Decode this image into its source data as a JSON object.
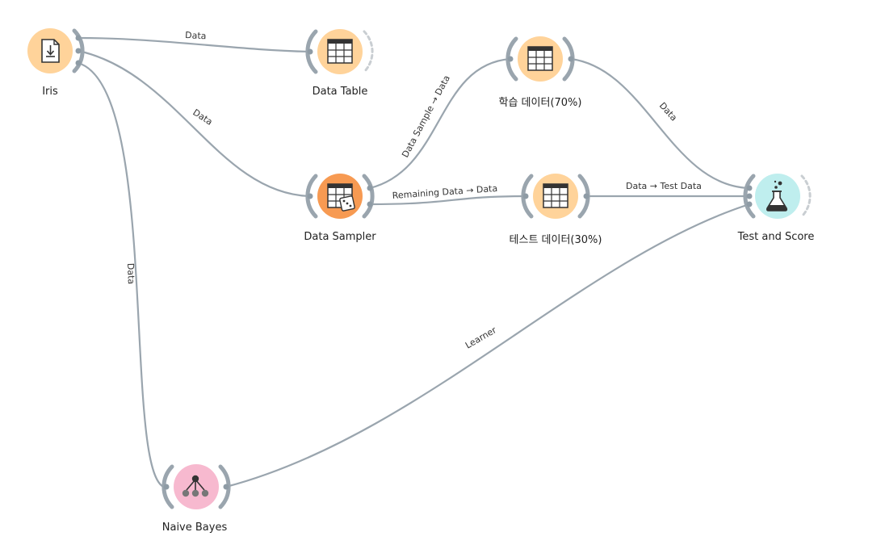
{
  "nodes": {
    "iris": {
      "label": "Iris",
      "icon": "file-icon",
      "color": "#ffd39a"
    },
    "data_table": {
      "label": "Data Table",
      "icon": "table-icon",
      "color": "#ffd39a"
    },
    "data_sampler": {
      "label": "Data Sampler",
      "icon": "sampler-icon",
      "color": "#f79a52"
    },
    "train_table": {
      "label": "학습 데이터(70%)",
      "icon": "table-icon",
      "color": "#ffd39a"
    },
    "test_table": {
      "label": "테스트 데이터(30%)",
      "icon": "table-icon",
      "color": "#ffd39a"
    },
    "test_score": {
      "label": "Test and Score",
      "icon": "flask-icon",
      "color": "#bfeeee"
    },
    "naive_bayes": {
      "label": "Naive Bayes",
      "icon": "naive-bayes-icon",
      "color": "#f7b9cf"
    }
  },
  "links": {
    "iris_to_datatable": "Data",
    "iris_to_sampler": "Data",
    "iris_to_naivebayes": "Data",
    "sampler_to_train": "Data Sample → Data",
    "sampler_to_test": "Remaining Data → Data",
    "train_to_score": "Data",
    "test_to_score": "Data → Test Data",
    "naivebayes_to_score": "Learner"
  }
}
